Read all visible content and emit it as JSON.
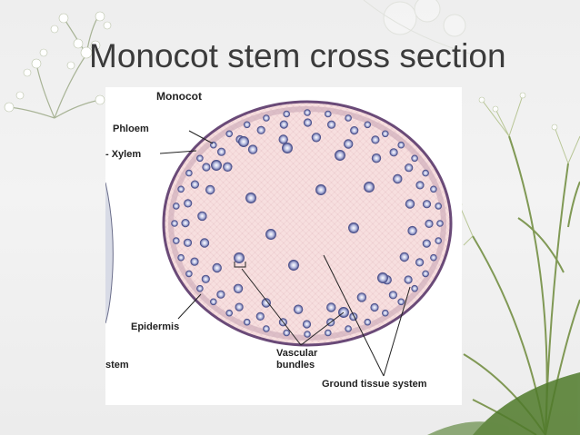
{
  "slide": {
    "title": "Monocot stem cross section"
  },
  "figure": {
    "heading": "Monocot",
    "labels": {
      "phloem": "Phloem",
      "xylem": "- Xylem",
      "epidermis": "Epidermis",
      "vascular_line1": "Vascular",
      "vascular_line2": "bundles",
      "ground": "Ground tissue system",
      "stem_fragment": "stem"
    }
  },
  "colors": {
    "title_text": "#3b3b3b",
    "section_fill": "#f6dede",
    "epidermis": "#6a4a78",
    "bundle": "#4a4f8a"
  }
}
